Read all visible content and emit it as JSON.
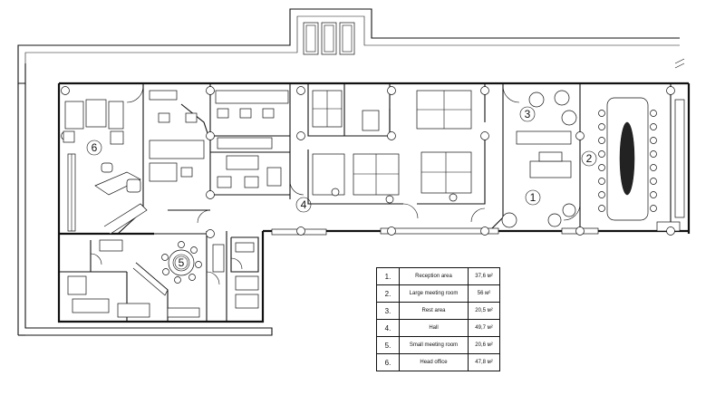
{
  "rooms": [
    {
      "number": "1",
      "label": "1."
    },
    {
      "number": "2",
      "label": "2."
    },
    {
      "number": "3",
      "label": "3."
    },
    {
      "number": "4",
      "label": "4."
    },
    {
      "number": "5",
      "label": "5."
    },
    {
      "number": "6",
      "label": "6."
    }
  ],
  "legend": {
    "rows": [
      {
        "num": "1.",
        "name": "Reception area",
        "area": "37,6 м²"
      },
      {
        "num": "2.",
        "name": "Large meeting room",
        "area": "56 м²"
      },
      {
        "num": "3.",
        "name": "Rest area",
        "area": "20,5 м²"
      },
      {
        "num": "4.",
        "name": "Hall",
        "area": "49,7 м²"
      },
      {
        "num": "5.",
        "name": "Small meeting room",
        "area": "20,6 м²"
      },
      {
        "num": "6.",
        "name": "Head office",
        "area": "47,8 м²"
      }
    ]
  }
}
